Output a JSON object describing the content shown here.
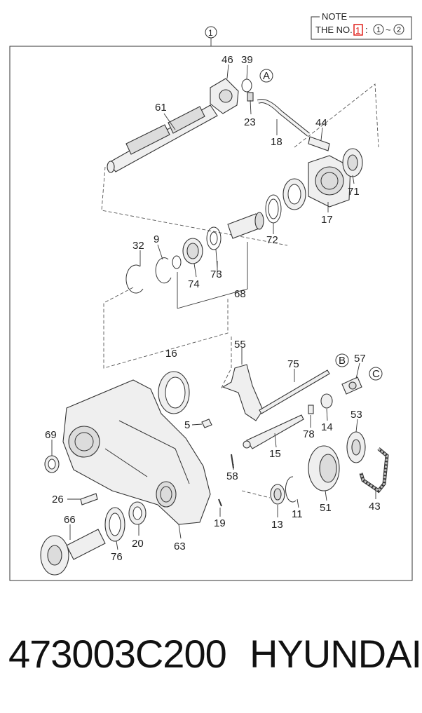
{
  "note": {
    "title": "NOTE",
    "text": "THE NO.",
    "boxed_no": "1",
    "colon": ":",
    "range_from": "1",
    "tilde": "~",
    "range_to": "2",
    "highlight_color": "#e0201c"
  },
  "top_ref": "1",
  "refs": {
    "a": "A",
    "b": "B",
    "c": "C"
  },
  "callouts": [
    "46",
    "39",
    "61",
    "23",
    "44",
    "18",
    "71",
    "17",
    "72",
    "32",
    "9",
    "73",
    "74",
    "68",
    "16",
    "55",
    "75",
    "57",
    "5",
    "78",
    "14",
    "53",
    "69",
    "15",
    "58",
    "26",
    "13",
    "11",
    "51",
    "43",
    "66",
    "19",
    "20",
    "76",
    "63"
  ],
  "footer": {
    "part_number": "473003C200",
    "brand": "HYUNDAI"
  }
}
